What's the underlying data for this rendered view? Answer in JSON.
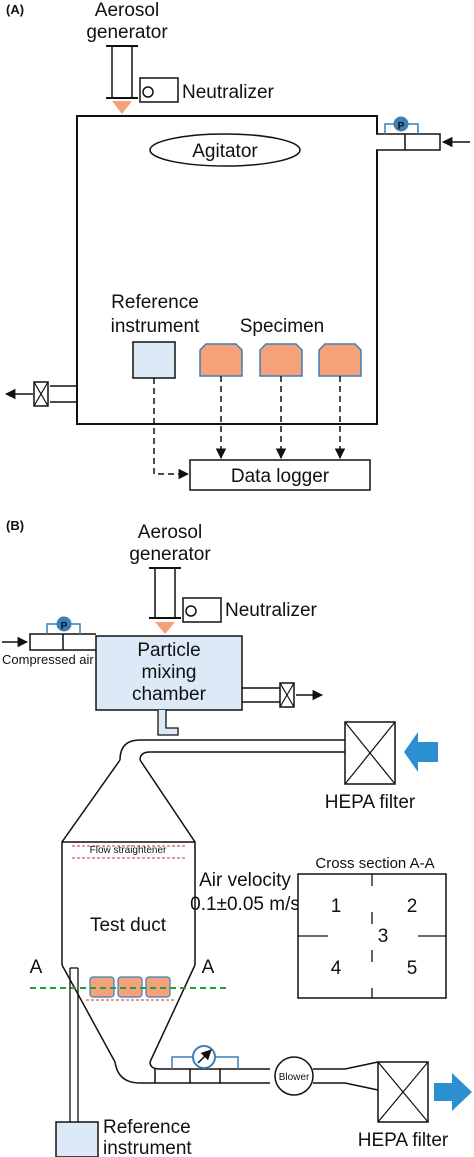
{
  "panel_a": {
    "tag": "(A)",
    "aerosol_generator": [
      "Aerosol",
      "generator"
    ],
    "neutralizer": "Neutralizer",
    "agitator": "Agitator",
    "pump_symbol": "P",
    "reference_instrument": [
      "Reference",
      "instrument"
    ],
    "specimen": "Specimen",
    "data_logger": "Data logger"
  },
  "panel_b": {
    "tag": "(B)",
    "aerosol_generator": [
      "Aerosol",
      "generator"
    ],
    "neutralizer": "Neutralizer",
    "pump_symbol": "P",
    "compressed_air": "Compressed air",
    "mixing_chamber": [
      "Particle",
      "mixing",
      "chamber"
    ],
    "hepa_filter_top": "HEPA filter",
    "flow_straightener": "Flow straightener",
    "air_velocity": [
      "Air velocity",
      "0.1±0.05 m/s"
    ],
    "test_duct": "Test duct",
    "section_marker": "A",
    "cross_section": {
      "title": "Cross section A-A",
      "cells": [
        "1",
        "2",
        "3",
        "4",
        "5"
      ]
    },
    "blower": "Blower",
    "reference_instrument": [
      "Reference",
      "instrument"
    ],
    "hepa_filter_bottom": "HEPA filter"
  },
  "colors": {
    "specimen_fill": "#f5a27a",
    "specimen_stroke": "#3b7fb8",
    "chamber_fill": "#dbeaf6",
    "pump_stroke": "#3b7fb8",
    "arrow_blue": "#2b8fd1",
    "flow_straightener": "#c0392b",
    "section_line": "#1fa33a",
    "aerosol_flow": "#f5a27a"
  }
}
